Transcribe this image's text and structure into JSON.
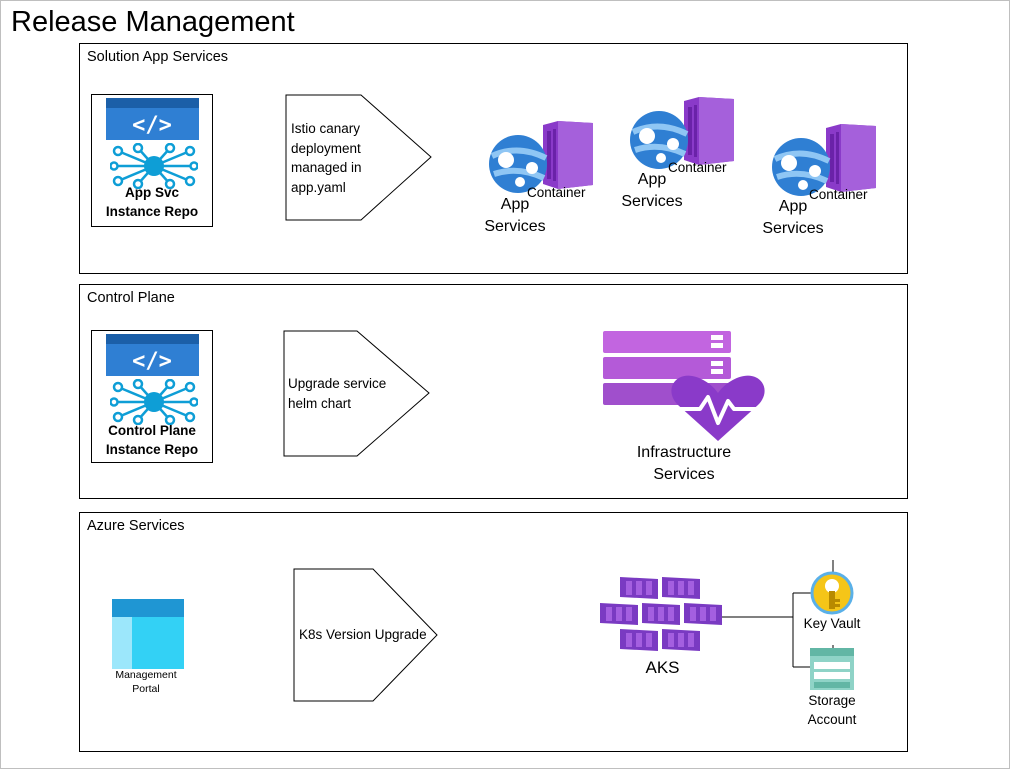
{
  "title": "Release Management",
  "sections": {
    "solution": {
      "title": "Solution App Services",
      "repo_label_1": "App Svc",
      "repo_label_2": "Instance Repo",
      "step_lines": [
        "Istio canary",
        "deployment",
        "managed in",
        "app.yaml"
      ],
      "containers": [
        {
          "badge": "Container",
          "label_1": "App",
          "label_2": "Services"
        },
        {
          "badge": "Container",
          "label_1": "App",
          "label_2": "Services"
        },
        {
          "badge": "Container",
          "label_1": "App",
          "label_2": "Services"
        }
      ]
    },
    "control": {
      "title": "Control Plane",
      "repo_label_1": "Control Plane",
      "repo_label_2": "Instance Repo",
      "step_lines": [
        "Upgrade service",
        "helm chart"
      ],
      "infra_label_1": "Infrastructure",
      "infra_label_2": "Services"
    },
    "azure": {
      "title": "Azure Services",
      "portal_label_1": "Management",
      "portal_label_2": "Portal",
      "step_label": "K8s Version Upgrade",
      "aks_label": "AKS",
      "keyvault_label": "Key Vault",
      "storage_label_1": "Storage",
      "storage_label_2": "Account"
    }
  },
  "colors": {
    "code_blue": "#2f7fd3",
    "network_blue": "#0e9ed6",
    "web_blue": "#2f7fd3",
    "container_purple": "#8a3ac9",
    "infra_purple": "#b45ad8",
    "aks_purple": "#7a3ac2",
    "portal_blue": "#1f96d3",
    "key_gold": "#f5c518",
    "storage_green": "#62b6a5"
  },
  "icons": [
    "code-icon",
    "network-icon",
    "web-app-icon",
    "container-icon",
    "infra-server-icon",
    "heart-monitor-icon",
    "aks-icon",
    "key-vault-icon",
    "storage-icon",
    "portal-icon"
  ]
}
